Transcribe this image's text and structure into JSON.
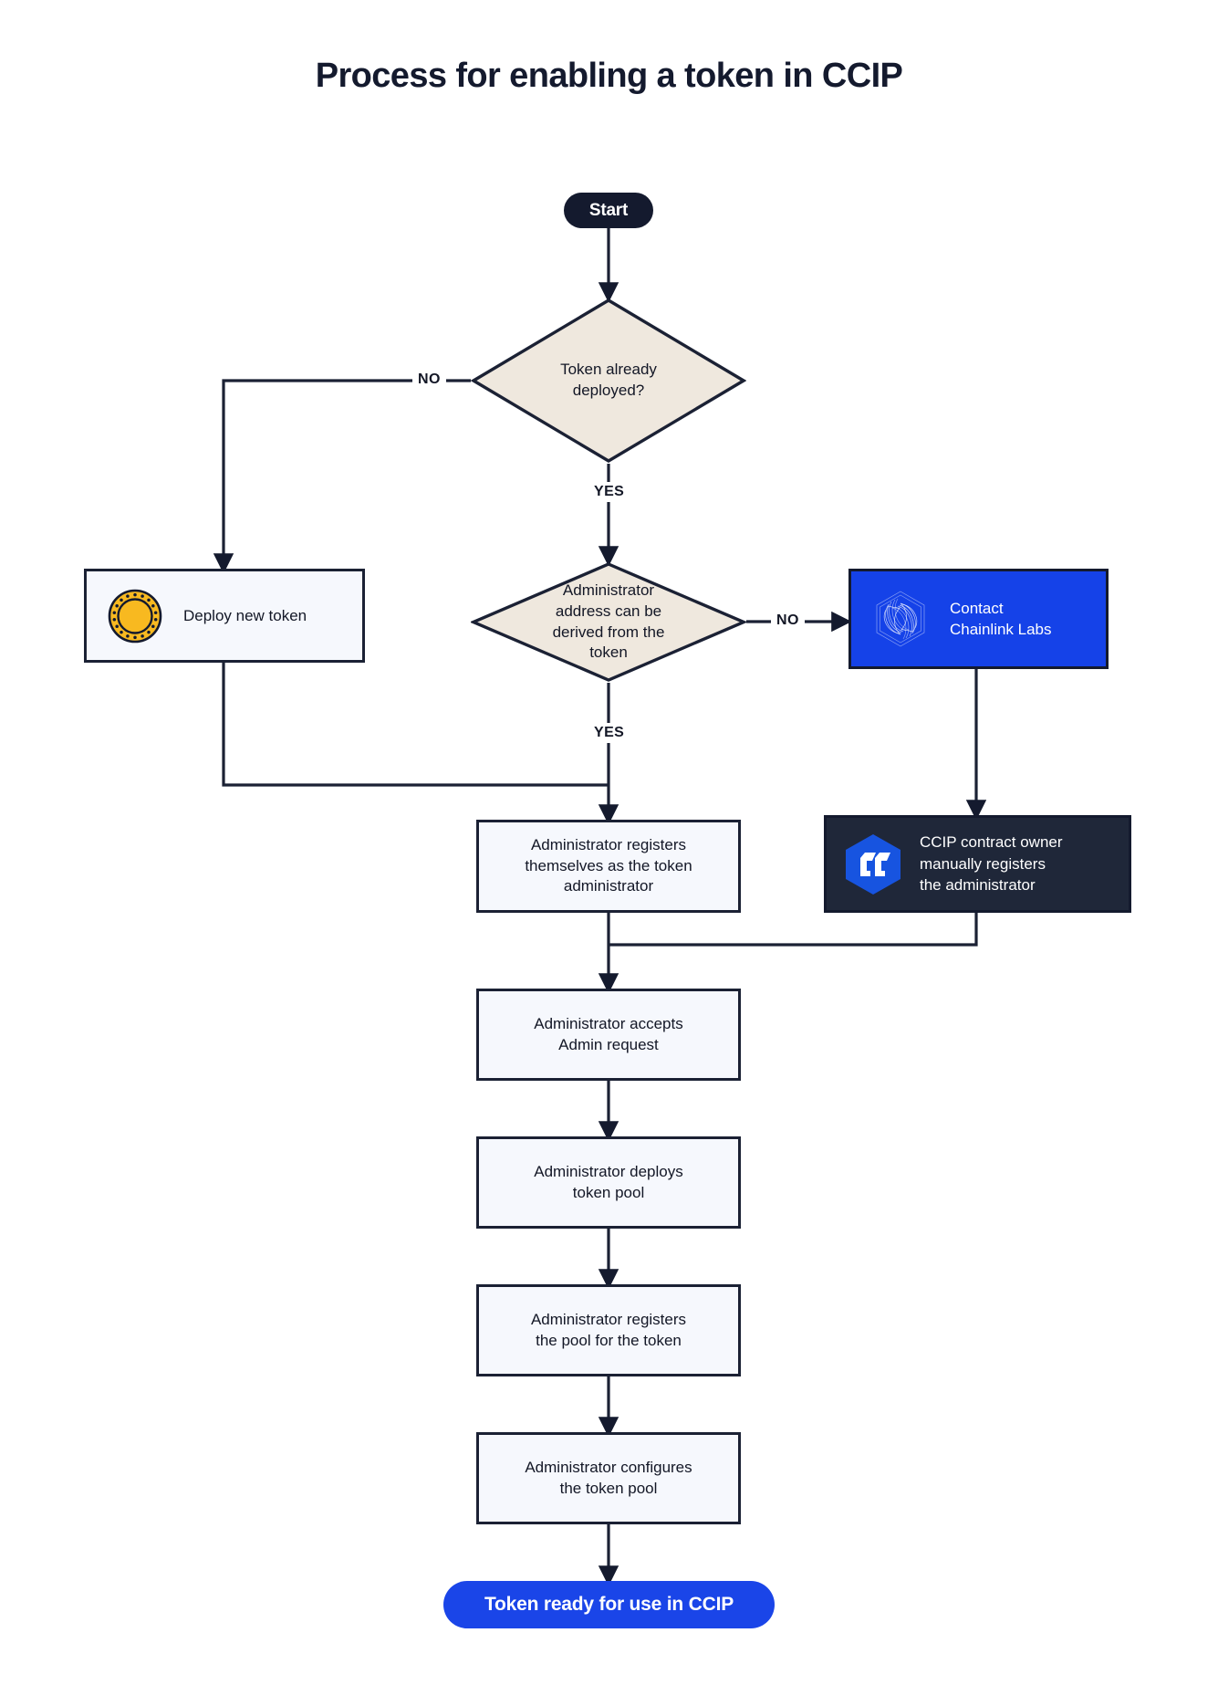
{
  "title": "Process for enabling a token in CCIP",
  "colors": {
    "page_background": "#ffffff",
    "ink": "#141a2e",
    "process_fill": "#f6f8fd",
    "decision_fill": "#efe8de",
    "brand_blue": "#1542e8",
    "dark_panel": "#1f2739",
    "coin_gold": "#f8b920",
    "edge_stroke": "#1b2134"
  },
  "nodes": {
    "start": {
      "label": "Start",
      "shape": "rounded-pill",
      "fill": "#141a2e",
      "text_color": "#ffffff"
    },
    "decision_token_deployed": {
      "label": "Token already deployed?",
      "lines": [
        "Token already",
        "deployed?"
      ],
      "shape": "diamond",
      "fill": "#efe8de"
    },
    "deploy_new_token": {
      "label": "Deploy new token",
      "shape": "rect",
      "fill": "#f6f8fd",
      "icon": "coin-icon"
    },
    "decision_admin_derivable": {
      "label": "Administrator address can be derived from the token",
      "lines": [
        "Administrator",
        "address can be",
        "derived from the",
        "token"
      ],
      "shape": "diamond",
      "fill": "#efe8de"
    },
    "contact_chainlink_labs": {
      "label": "Contact Chainlink Labs",
      "lines": [
        "Contact",
        "Chainlink Labs"
      ],
      "shape": "rect",
      "fill": "#1542e8",
      "text_color": "#ffffff",
      "icon": "chainlink-logo-icon"
    },
    "admin_registers_self": {
      "label": "Administrator registers themselves as the token administrator",
      "lines": [
        "Administrator registers",
        "themselves as the token",
        "administrator"
      ],
      "shape": "rect",
      "fill": "#f6f8fd"
    },
    "ccip_owner_registers": {
      "label": "CCIP contract owner manually registers the administrator",
      "lines": [
        "CCIP contract owner",
        "manually registers",
        "the administrator"
      ],
      "shape": "rect",
      "fill": "#1f2739",
      "text_color": "#ffffff",
      "icon": "ccip-hex-icon"
    },
    "admin_accepts": {
      "label": "Administrator accepts Admin request",
      "lines": [
        "Administrator accepts",
        "Admin request"
      ],
      "shape": "rect",
      "fill": "#f6f8fd"
    },
    "admin_deploys_pool": {
      "label": "Administrator deploys token pool",
      "lines": [
        "Administrator deploys",
        "token pool"
      ],
      "shape": "rect",
      "fill": "#f6f8fd"
    },
    "admin_registers_pool": {
      "label": "Administrator registers the pool for the token",
      "lines": [
        "Administrator registers",
        "the pool for the token"
      ],
      "shape": "rect",
      "fill": "#f6f8fd"
    },
    "admin_configures_pool": {
      "label": "Administrator configures the token pool",
      "lines": [
        "Administrator configures",
        "the token pool"
      ],
      "shape": "rect",
      "fill": "#f6f8fd"
    },
    "token_ready": {
      "label": "Token ready for use in CCIP",
      "shape": "rounded-pill",
      "fill": "#1a45e8",
      "text_color": "#ffffff"
    }
  },
  "edge_labels": {
    "deployed_no": "NO",
    "deployed_yes": "YES",
    "derivable_no": "NO",
    "derivable_yes": "YES"
  },
  "flow": [
    {
      "from": "start",
      "to": "decision_token_deployed",
      "label": ""
    },
    {
      "from": "decision_token_deployed",
      "to": "deploy_new_token",
      "label": "NO"
    },
    {
      "from": "decision_token_deployed",
      "to": "decision_admin_derivable",
      "label": "YES"
    },
    {
      "from": "deploy_new_token",
      "to": "admin_registers_self",
      "label": ""
    },
    {
      "from": "decision_admin_derivable",
      "to": "contact_chainlink_labs",
      "label": "NO"
    },
    {
      "from": "decision_admin_derivable",
      "to": "admin_registers_self",
      "label": "YES"
    },
    {
      "from": "contact_chainlink_labs",
      "to": "ccip_owner_registers",
      "label": ""
    },
    {
      "from": "admin_registers_self",
      "to": "admin_accepts",
      "label": ""
    },
    {
      "from": "ccip_owner_registers",
      "to": "admin_accepts",
      "label": ""
    },
    {
      "from": "admin_accepts",
      "to": "admin_deploys_pool",
      "label": ""
    },
    {
      "from": "admin_deploys_pool",
      "to": "admin_registers_pool",
      "label": ""
    },
    {
      "from": "admin_registers_pool",
      "to": "admin_configures_pool",
      "label": ""
    },
    {
      "from": "admin_configures_pool",
      "to": "token_ready",
      "label": ""
    }
  ]
}
